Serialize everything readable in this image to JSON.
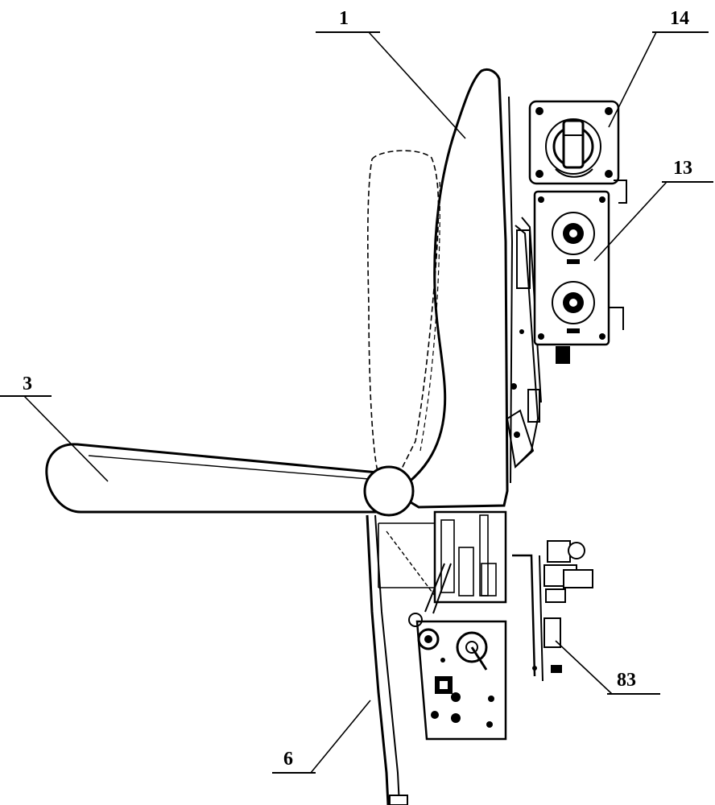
{
  "figure": {
    "callouts": [
      {
        "id": "seat-back",
        "label": "1"
      },
      {
        "id": "control-box-upper",
        "label": "14"
      },
      {
        "id": "control-box-lower",
        "label": "13"
      },
      {
        "id": "armrest",
        "label": "3"
      },
      {
        "id": "support-rod",
        "label": "6"
      },
      {
        "id": "valve-assembly",
        "label": "83"
      }
    ]
  }
}
